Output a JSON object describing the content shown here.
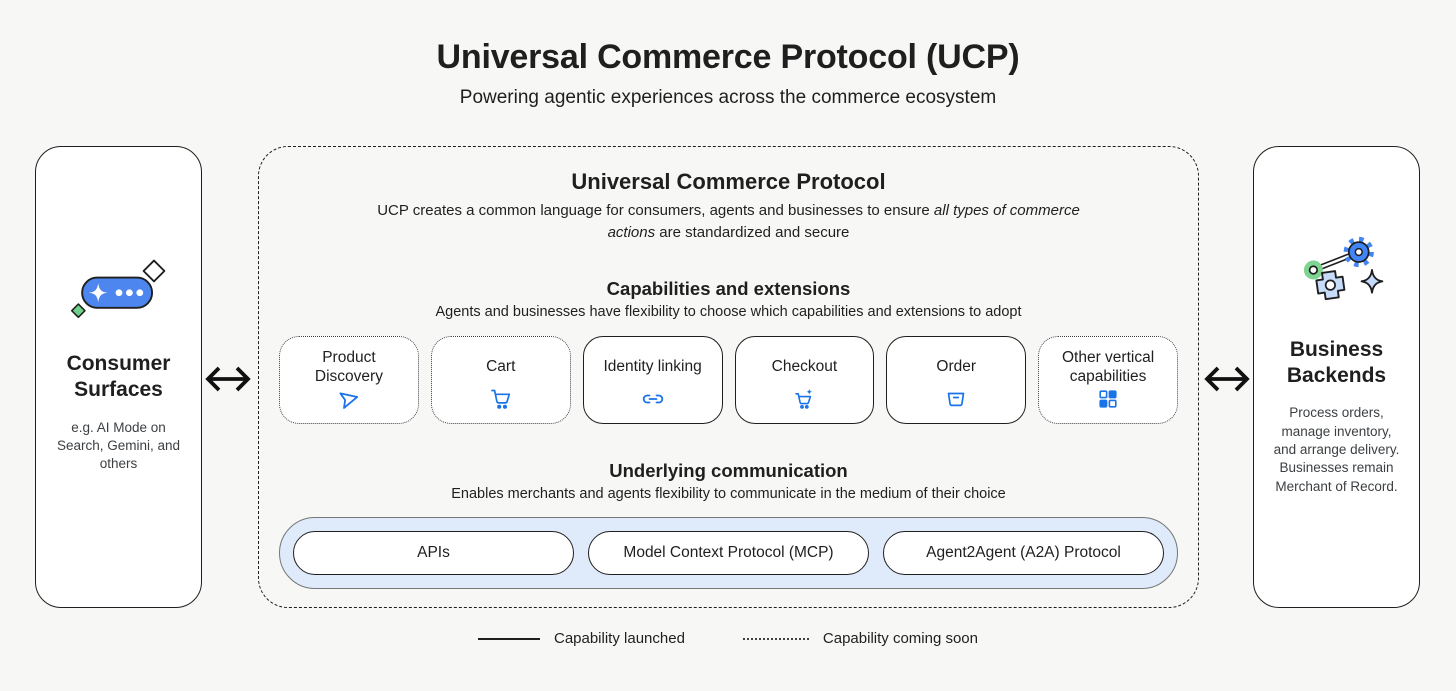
{
  "header": {
    "title": "Universal Commerce Protocol (UCP)",
    "subtitle": "Powering agentic experiences across the commerce ecosystem"
  },
  "consumer_panel": {
    "icon": "ai-chat-pill-sparkle-icon",
    "title": "Consumer Surfaces",
    "description": "e.g. AI Mode on Search, Gemini, and others"
  },
  "business_panel": {
    "icon": "gear-connector-sparkle-icon",
    "title": "Business Backends",
    "description": "Process orders, manage inventory, and arrange delivery. Businesses remain Merchant of Record."
  },
  "ucp": {
    "title": "Universal Commerce Protocol",
    "description_prefix": "UCP creates a common language for consumers, agents and businesses to ensure ",
    "description_italic": "all types of commerce actions",
    "description_suffix": " are standardized and secure",
    "capabilities_section": {
      "title": "Capabilities and extensions",
      "subtitle": "Agents and businesses have flexibility to choose which capabilities and extensions to adopt",
      "items": [
        {
          "label": "Product Discovery",
          "icon": "send-icon",
          "status": "coming-soon"
        },
        {
          "label": "Cart",
          "icon": "cart-icon",
          "status": "coming-soon"
        },
        {
          "label": "Identity linking",
          "icon": "link-icon",
          "status": "launched"
        },
        {
          "label": "Checkout",
          "icon": "cart-sparkle-icon",
          "status": "launched"
        },
        {
          "label": "Order",
          "icon": "order-box-icon",
          "status": "launched"
        },
        {
          "label": "Other vertical capabilities",
          "icon": "grid-squares-icon",
          "status": "coming-soon"
        }
      ]
    },
    "communication_section": {
      "title": "Underlying communication",
      "subtitle": "Enables merchants and agents flexibility to communicate in the medium of their choice",
      "protocols": [
        "APIs",
        "Model Context Protocol (MCP)",
        "Agent2Agent (A2A) Protocol"
      ]
    }
  },
  "legend": {
    "launched_label": "Capability launched",
    "coming_soon_label": "Capability coming soon"
  },
  "colors": {
    "background": "#f7f7f5",
    "accent_blue": "#1a73e8",
    "pill_blue": "#4e86f0",
    "container_blue": "#dfeafa",
    "green": "#6ed08a",
    "text": "#1f1f1f"
  }
}
